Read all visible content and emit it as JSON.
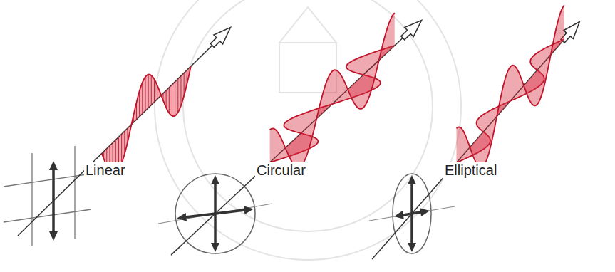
{
  "diagram": {
    "labels": [
      "Linear",
      "Circular",
      "Elliptical"
    ]
  }
}
